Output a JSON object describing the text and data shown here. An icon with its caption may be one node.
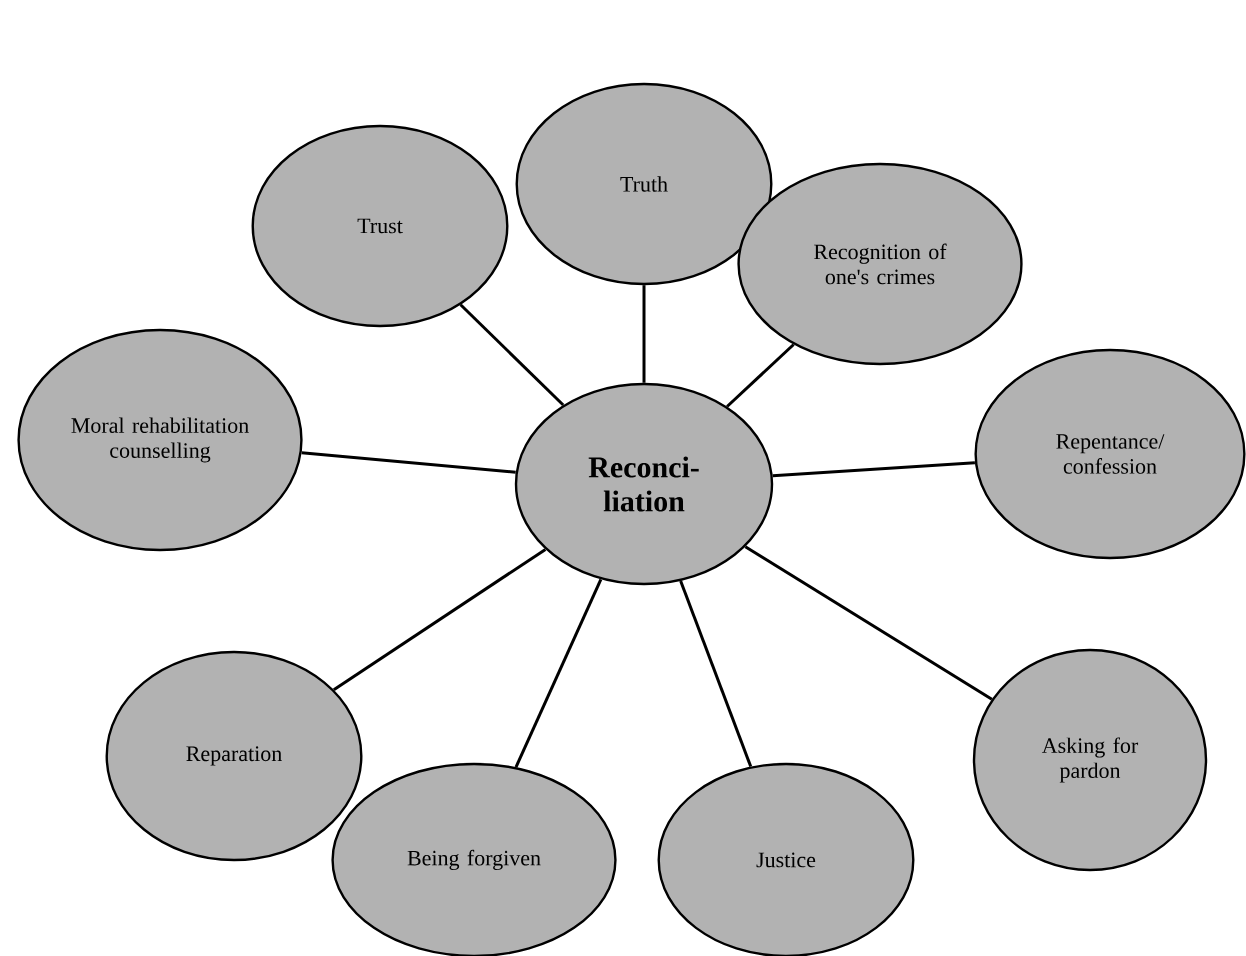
{
  "diagram": {
    "nodes": [
      {
        "text": [
          "Reconci- liation"
        ]
      },
      {
        "text": [
          "Truth"
        ]
      },
      {
        "text": [
          "Recognition of one's crimes"
        ]
      },
      {
        "text": [
          "Repentance/ confession"
        ]
      },
      {
        "text": [
          "Asking for pardon"
        ]
      },
      {
        "text": [
          "Justice"
        ]
      },
      {
        "text": [
          "Being forgiven"
        ]
      },
      {
        "text": [
          "Reparation"
        ]
      },
      {
        "text": [
          "Moral rehabilitation counselling"
        ]
      },
      {
        "text": [
          "Trust"
        ]
      }
    ],
    "edges": [
      {
        "from": 0,
        "to": 1,
        "arrow": "none"
      },
      {
        "from": 0,
        "to": 2,
        "arrow": "none"
      },
      {
        "from": 0,
        "to": 3,
        "arrow": "none"
      },
      {
        "from": 0,
        "to": 4,
        "arrow": "none"
      },
      {
        "from": 0,
        "to": 5,
        "arrow": "none"
      },
      {
        "from": 0,
        "to": 6,
        "arrow": "none"
      },
      {
        "from": 0,
        "to": 7,
        "arrow": "none"
      },
      {
        "from": 0,
        "to": 8,
        "arrow": "none"
      },
      {
        "from": 0,
        "to": 9,
        "arrow": "none"
      }
    ]
  }
}
